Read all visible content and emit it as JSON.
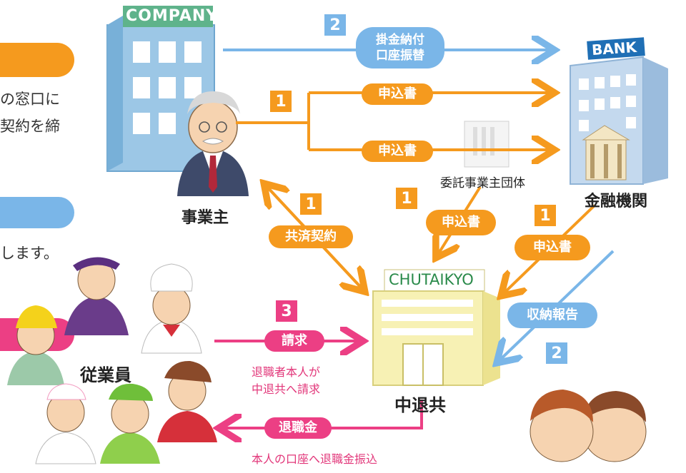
{
  "left_panel": {
    "lines_a": [
      "の窓口に",
      "契約を締"
    ],
    "line_b": "します。"
  },
  "entities": {
    "company_sign": "COMPANY",
    "employer": "事業主",
    "bank_sign": "BANK",
    "bank": "金融機関",
    "association": "委託事業主団体",
    "chutaikyo_sign": "CHUTAIKYO",
    "chutaikyo": "中退共",
    "employees": "従業員"
  },
  "steps": {
    "s1": "1",
    "s2": "2",
    "s3": "3"
  },
  "labels": {
    "payment": [
      "掛金納付",
      "口座振替"
    ],
    "application": "申込書",
    "contract": "共済契約",
    "report": "収納報告",
    "claim": "請求",
    "retirement": "退職金",
    "claim_note": [
      "退職者本人が",
      "中退共へ請求"
    ],
    "payout_note": "本人の口座へ退職金振込"
  },
  "colors": {
    "orange": "#f59a1e",
    "blue": "#7ab6e8",
    "pink": "#ec3f84",
    "building_blue": "#9cc7e6",
    "chutaikyo_yellow": "#f7f1b4"
  }
}
